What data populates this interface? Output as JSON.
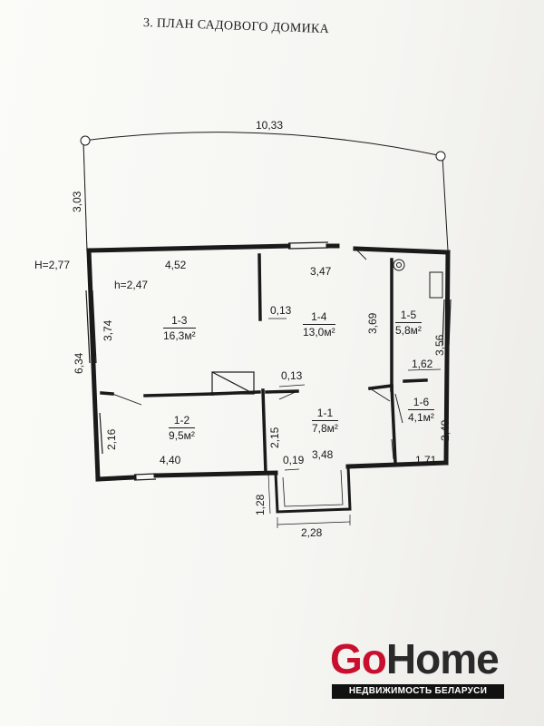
{
  "title": "3. ПЛАН САДОВОГО ДОМИКА",
  "dimensions": {
    "top_width": "10,33",
    "plot_depth": "3,03",
    "outer_height": "H=2,77",
    "inner_height": "h=2,47",
    "room13_width": "4,52",
    "wall_a": "0,13",
    "room14_width": "3,47",
    "room13_depth": "3,74",
    "left_depth": "6,34",
    "room14_depth": "3,69",
    "wall_b": "0,13",
    "bath_width": "1,62",
    "bath_depth": "3,56",
    "room12_depth": "2,16",
    "room11_depth": "2,15",
    "room16_depth": "2,40",
    "room12_width": "4,40",
    "wall_c": "0,19",
    "room11_width": "3,48",
    "room16_width": "1,71",
    "porch_depth": "1,28",
    "porch_width": "2,28"
  },
  "rooms": [
    {
      "num": "1-3",
      "area": "16,3м²"
    },
    {
      "num": "1-4",
      "area": "13,0м²"
    },
    {
      "num": "1-5",
      "area": "5,8м²"
    },
    {
      "num": "1-2",
      "area": "9,5м²"
    },
    {
      "num": "1-1",
      "area": "7,8м²"
    },
    {
      "num": "1-6",
      "area": "4,1м²"
    }
  ],
  "logo": {
    "word_a": "Go",
    "word_b": "Home",
    "tagline": "НЕДВИЖИМОСТЬ БЕЛАРУСИ",
    "brand_red": "#c8102e",
    "brand_dark": "#2a2a2a"
  }
}
